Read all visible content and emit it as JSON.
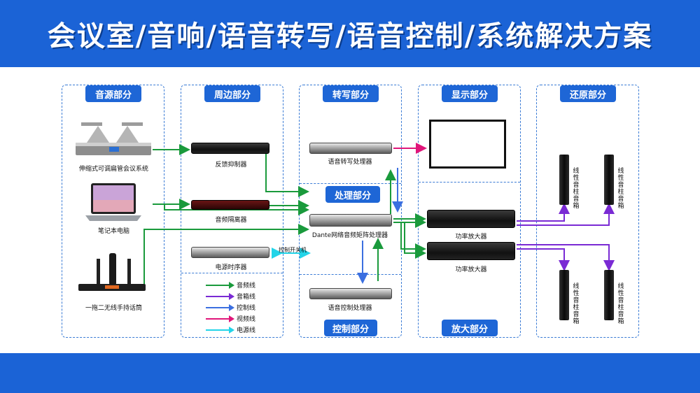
{
  "title": "会议室/音响/语音转写/语音控制/系统解决方案",
  "sections": {
    "source": "音源部分",
    "peripheral": "周边部分",
    "transcribe": "转写部分",
    "processing": "处理部分",
    "control": "控制部分",
    "display": "显示部分",
    "amplify": "放大部分",
    "restore": "还原部分"
  },
  "devices": {
    "mic_system": "伸缩式可调扁管会议系统",
    "laptop": "笔记本电脑",
    "wireless_mic": "一拖二无线手持话筒",
    "feedback": "反馈抑制器",
    "isolator": "音频隔离器",
    "sequencer": "电源时序器",
    "transcriber": "语音转写处理器",
    "matrix": "Dante网络音频矩阵处理器",
    "voice_control": "语音控制处理器",
    "amp1": "功率放大器",
    "amp2": "功率放大器",
    "speaker": "线性音柱音箱"
  },
  "annotation": {
    "control_switch": "控制开关机"
  },
  "legend": [
    {
      "label": "音频线",
      "color": "#1a9a3c"
    },
    {
      "label": "音箱线",
      "color": "#7a2ad4"
    },
    {
      "label": "控制线",
      "color": "#3b6fe0"
    },
    {
      "label": "视频线",
      "color": "#e0167a"
    },
    {
      "label": "电源线",
      "color": "#22d4e8"
    }
  ]
}
